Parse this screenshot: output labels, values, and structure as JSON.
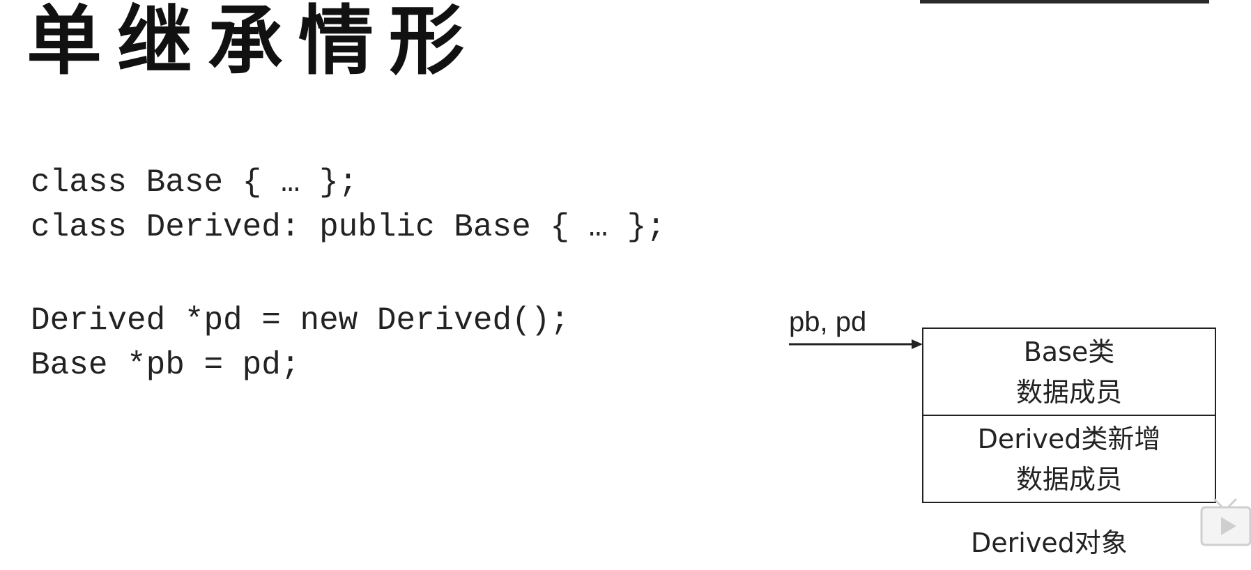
{
  "title": "单继承情形",
  "code": {
    "class_lines": [
      "class Base { … };",
      "class Derived: public Base { … };"
    ],
    "pointer_lines": [
      "Derived *pd = new Derived();",
      "Base *pb = pd;"
    ]
  },
  "diagram": {
    "pointer_label": "pb, pd",
    "base_section": {
      "line1": "Base类",
      "line2": "数据成员"
    },
    "derived_section": {
      "line1": "Derived类新增",
      "line2": "数据成员"
    },
    "caption": "Derived对象"
  },
  "overlay": {
    "icon": "video-play-icon",
    "accent_color": "#cfcfcf"
  }
}
